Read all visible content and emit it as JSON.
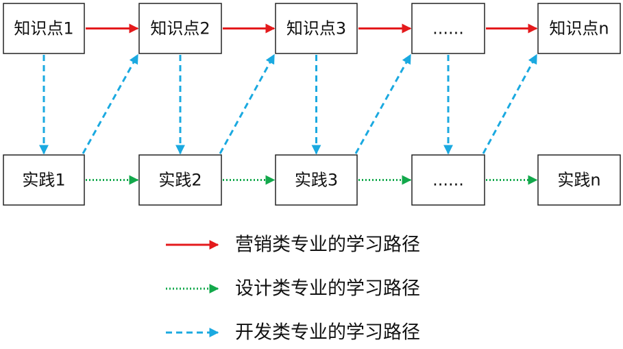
{
  "colors": {
    "marketing": "#e41a1c",
    "design": "#12a84b",
    "development": "#1aa9e0",
    "box_border": "#222222"
  },
  "nodes": {
    "top": [
      "知识点1",
      "知识点2",
      "知识点3",
      "......",
      "知识点n"
    ],
    "bottom": [
      "实践1",
      "实践2",
      "实践3",
      "......",
      "实践n"
    ]
  },
  "legend": [
    {
      "label": "营销类专业的学习路径",
      "style": "solid",
      "color_key": "marketing"
    },
    {
      "label": "设计类专业的学习路径",
      "style": "dotted",
      "color_key": "design"
    },
    {
      "label": "开发类专业的学习路径",
      "style": "dashed",
      "color_key": "development"
    }
  ]
}
